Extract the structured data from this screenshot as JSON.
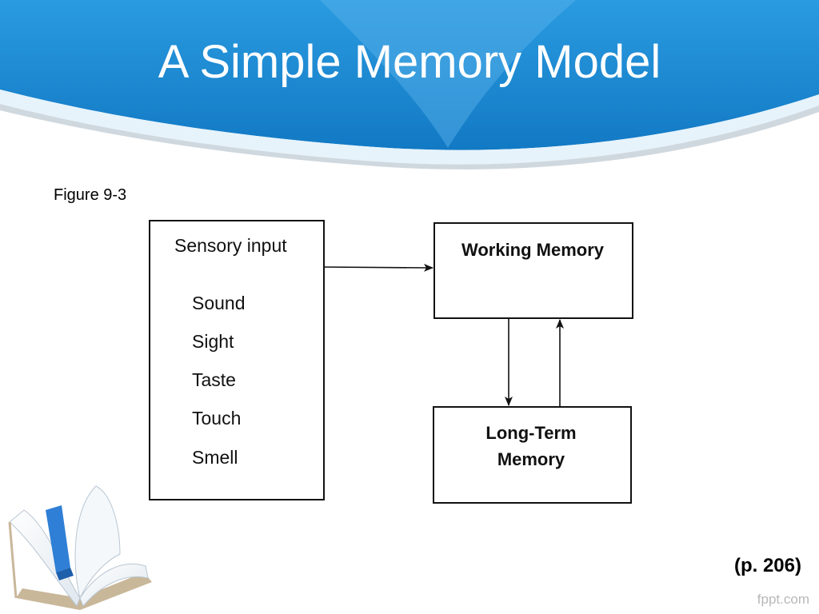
{
  "slide": {
    "title": "A Simple Memory Model"
  },
  "figure": {
    "label": "Figure 9-3",
    "sensory_box": {
      "heading": "Sensory input",
      "items": [
        "Sound",
        "Sight",
        "Taste",
        "Touch",
        "Smell"
      ]
    },
    "working_memory": {
      "label": "Working Memory"
    },
    "long_term_memory": {
      "line1": "Long-Term",
      "line2": "Memory"
    }
  },
  "page_ref": "(p. 206)",
  "watermark": "fppt.com",
  "colors": {
    "header_blue": "#1e8bd4",
    "header_light": "#7fc3ef"
  },
  "icons": {
    "decor": "open-book-icon"
  }
}
